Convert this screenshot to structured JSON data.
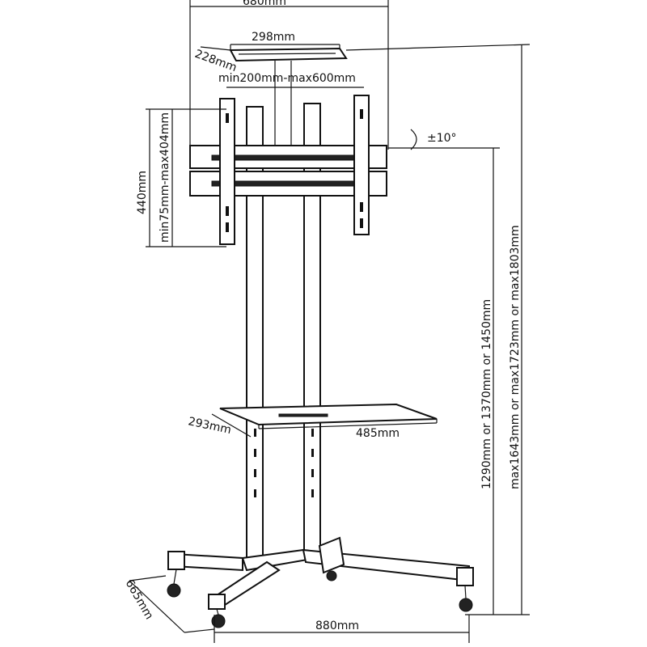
{
  "title": "Mobile TV stand dimensions",
  "dimensions": {
    "overall_width": "680mm",
    "top_tray_width": "298mm",
    "top_tray_depth": "228mm",
    "mount_width_range": "min200mm-max600mm",
    "tilt": "±10°",
    "mount_height": "440mm",
    "mount_height_range": "min75mm-max404mm",
    "mount_center_heights": "1290mm or 1370mm or 1450mm",
    "max_heights": "max1643mm or max1723mm or max1803mm",
    "shelf_depth": "293mm",
    "shelf_width": "485mm",
    "base_depth": "665mm",
    "base_width": "880mm"
  }
}
